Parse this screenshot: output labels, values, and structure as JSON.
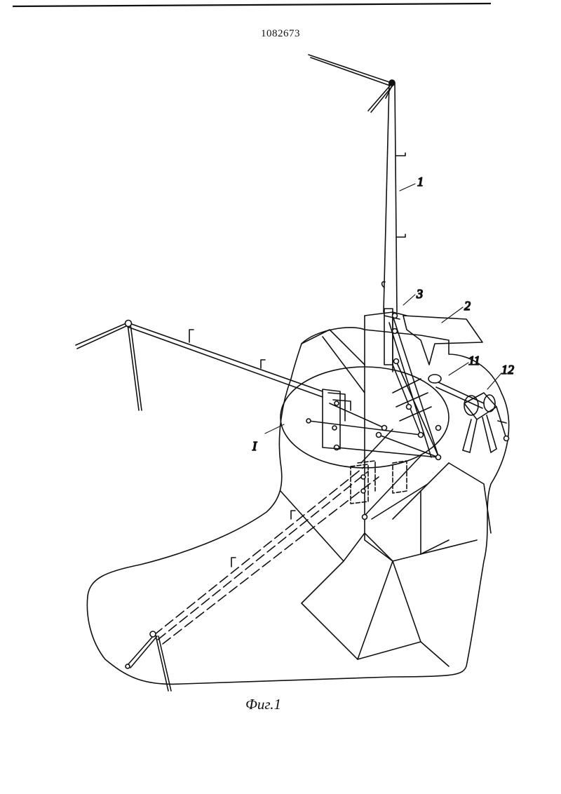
{
  "document": {
    "number": "1082673",
    "caption": "Фиг.1"
  },
  "labels": {
    "mast": "1",
    "platform": "2",
    "joint": "3",
    "cable": "11",
    "winch": "12",
    "detail": "I"
  },
  "colors": {
    "ink": "#111111",
    "paper": "#ffffff"
  }
}
